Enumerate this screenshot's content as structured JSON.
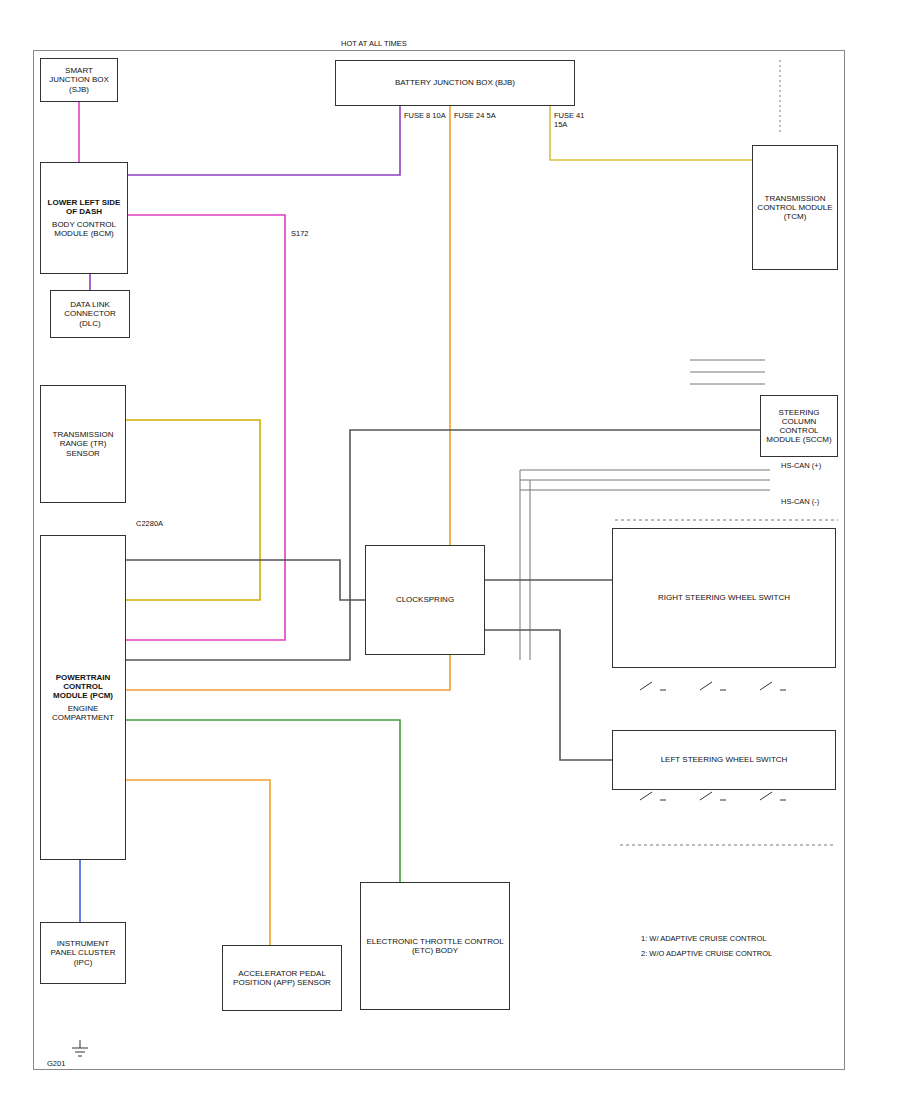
{
  "diagram": {
    "nodes": [
      {
        "text": [
          "SMART JUNCTION BOX (SJB)"
        ]
      },
      {
        "text": [
          "LOWER LEFT SIDE OF DASH",
          "BODY CONTROL MODULE (BCM)"
        ]
      },
      {
        "text": [
          "DATA LINK CONNECTOR (DLC)"
        ]
      },
      {
        "text": [
          "TRANSMISSION RANGE (TR) SENSOR"
        ]
      },
      {
        "text": [
          "POWERTRAIN CONTROL MODULE (PCM)",
          "ENGINE COMPARTMENT"
        ]
      },
      {
        "text": [
          "INSTRUMENT PANEL CLUSTER (IPC)"
        ]
      },
      {
        "text": [
          "ACCELERATOR PEDAL POSITION (APP) SENSOR"
        ]
      },
      {
        "text": [
          "ELECTRONIC THROTTLE CONTROL (ETC) BODY"
        ]
      },
      {
        "text": [
          "CLOCKSPRING"
        ]
      },
      {
        "text": [
          "RIGHT STEERING WHEEL SWITCH"
        ]
      },
      {
        "text": [
          "LEFT STEERING WHEEL SWITCH"
        ]
      },
      {
        "text": [
          "TRANSMISSION CONTROL MODULE (TCM)"
        ]
      },
      {
        "text": [
          "STEERING COLUMN CONTROL MODULE (SCCM)"
        ]
      },
      {
        "text": [
          "BATTERY JUNCTION BOX (BJB)"
        ]
      }
    ],
    "edges": [
      {
        "from": 0,
        "to": 1,
        "arrow": "none"
      },
      {
        "from": 13,
        "to": 1,
        "arrow": "none"
      },
      {
        "from": 13,
        "to": 4,
        "arrow": "none"
      },
      {
        "from": 13,
        "to": 11,
        "arrow": "none"
      },
      {
        "from": 1,
        "to": 4,
        "arrow": "none"
      },
      {
        "from": 3,
        "to": 4,
        "arrow": "none"
      },
      {
        "from": 4,
        "to": 6,
        "arrow": "none"
      },
      {
        "from": 4,
        "to": 7,
        "arrow": "none"
      },
      {
        "from": 4,
        "to": 8,
        "arrow": "none"
      },
      {
        "from": 8,
        "to": 9,
        "arrow": "none"
      },
      {
        "from": 8,
        "to": 10,
        "arrow": "none"
      },
      {
        "from": 4,
        "to": 12,
        "arrow": "none"
      },
      {
        "from": 4,
        "to": 5,
        "arrow": "none"
      },
      {
        "from": 2,
        "to": 1,
        "arrow": "none"
      }
    ],
    "labels": [
      "HOT AT ALL TIMES",
      "FUSE 8 10A",
      "FUSE 24 5A",
      "FUSE 41 15A",
      "HS-CAN (+)",
      "HS-CAN (-)",
      "1: W/ ADAPTIVE CRUISE CONTROL",
      "2: W/O ADAPTIVE CRUISE CONTROL",
      "G201",
      "C2280A",
      "S172"
    ]
  }
}
